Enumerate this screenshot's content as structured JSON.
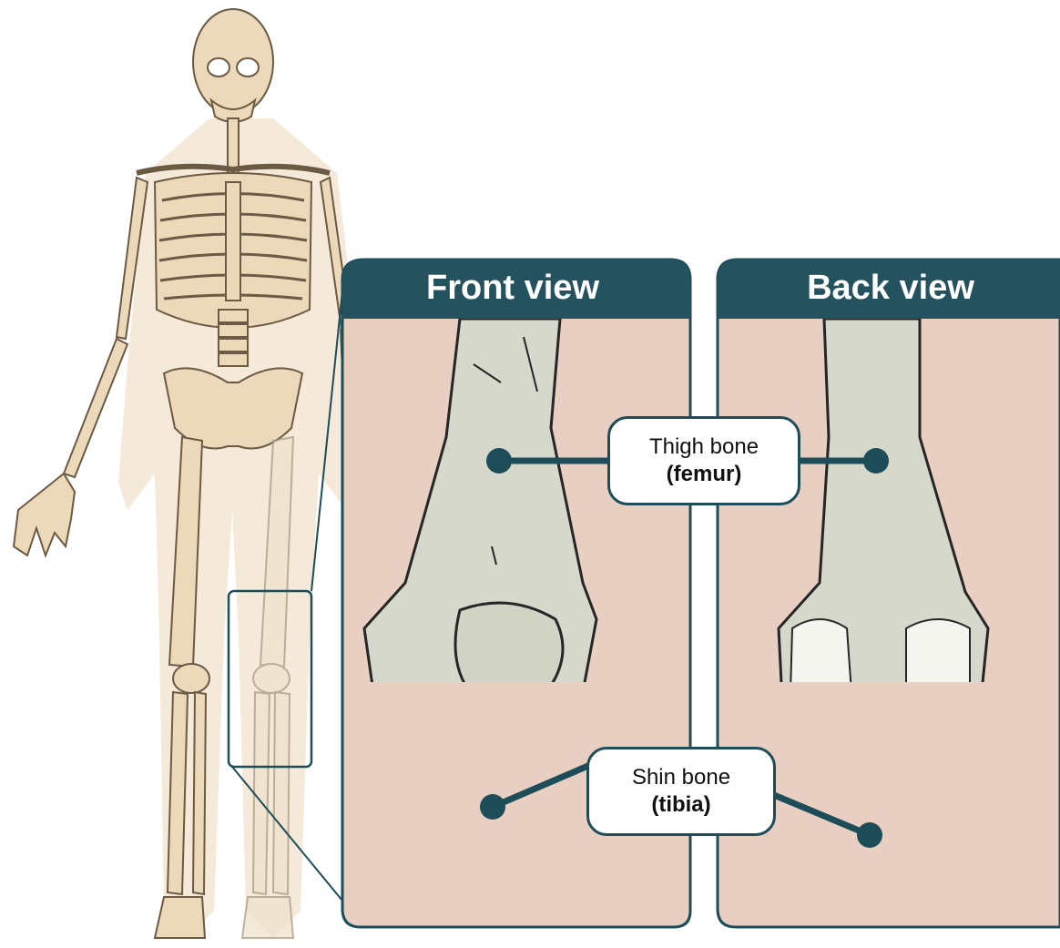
{
  "panels": {
    "front": {
      "title": "Front view"
    },
    "back": {
      "title": "Back view"
    }
  },
  "labels": {
    "femur": {
      "common": "Thigh bone",
      "scientific": "(femur)"
    },
    "tibia": {
      "common": "Shin bone",
      "scientific": "(tibia)"
    }
  },
  "colors": {
    "header": "#24535f",
    "outline": "#1e4d5a",
    "skin": "#e8cfc1",
    "bone": "#d6d8cb",
    "body_tan": "#f0dcc0",
    "skeleton": "#ecd9b9"
  }
}
